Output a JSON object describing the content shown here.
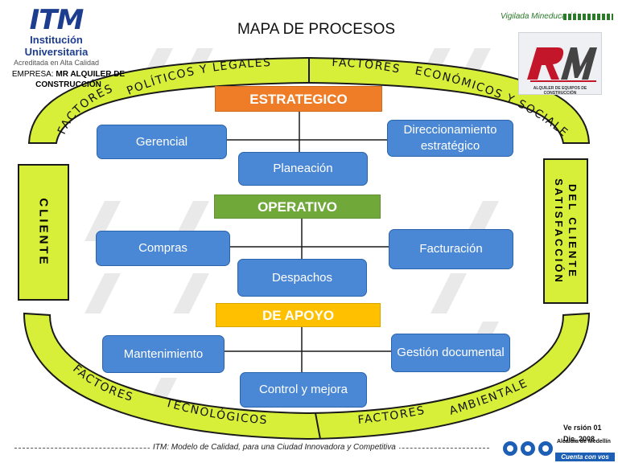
{
  "header": {
    "title": "MAPA DE PROCESOS",
    "itm_mark": "ITM",
    "institution_name": "Institución Universitaria",
    "institution_accreditation": "Acreditada en Alta Calidad",
    "empresa_label": "EMPRESA:",
    "empresa_value": "MR ALQUILER DE CONSTRUCCIÓN",
    "vigilada": "Vigilada Mineducación",
    "rm_caption": "ALQUILER DE EQUIPOS DE CONSTRUCCIÓN"
  },
  "sides": {
    "left": "CLIENTE",
    "right_line1": "DEL CLIENTE",
    "right_line2": "SATISFACCIÓN"
  },
  "arcs": {
    "top_left_1": "FACTORES",
    "top_left_2": "POLÍTICOS Y LEGALES",
    "top_right_1": "FACTORES",
    "top_right_2": "ECONÓMICOS Y SOCIALES",
    "bottom_left_1": "FACTORES",
    "bottom_left_2": "TECNOLÓGICOS",
    "bottom_right_1": "FACTORES",
    "bottom_right_2": "AMBIENTALES"
  },
  "categories": {
    "estrategico": "ESTRATEGICO",
    "operativo": "OPERATIVO",
    "apoyo": "DE  APOYO"
  },
  "processes": {
    "gerencial": "Gerencial",
    "direccionamiento": "Direccionamiento estratégico",
    "planeacion": "Planeación",
    "compras": "Compras",
    "facturacion": "Facturación",
    "despachos": "Despachos",
    "mantenimiento": "Mantenimiento",
    "gestion": "Gestión documental",
    "control": "Control y mejora"
  },
  "footer": {
    "version": "Ve rsión 01",
    "date": "Dic. 2008",
    "tagline": "ITM: Modelo de Calidad, para una Ciudad Innovadora y Competitiva",
    "alcaldia": "Alcaldía de Medellín",
    "cuenta": "Cuenta con vos"
  },
  "colors": {
    "ring": "#d8ef3a",
    "estrategico": "#ef7d28",
    "operativo": "#70a83a",
    "apoyo": "#ffc000",
    "process": "#4a88d6"
  }
}
